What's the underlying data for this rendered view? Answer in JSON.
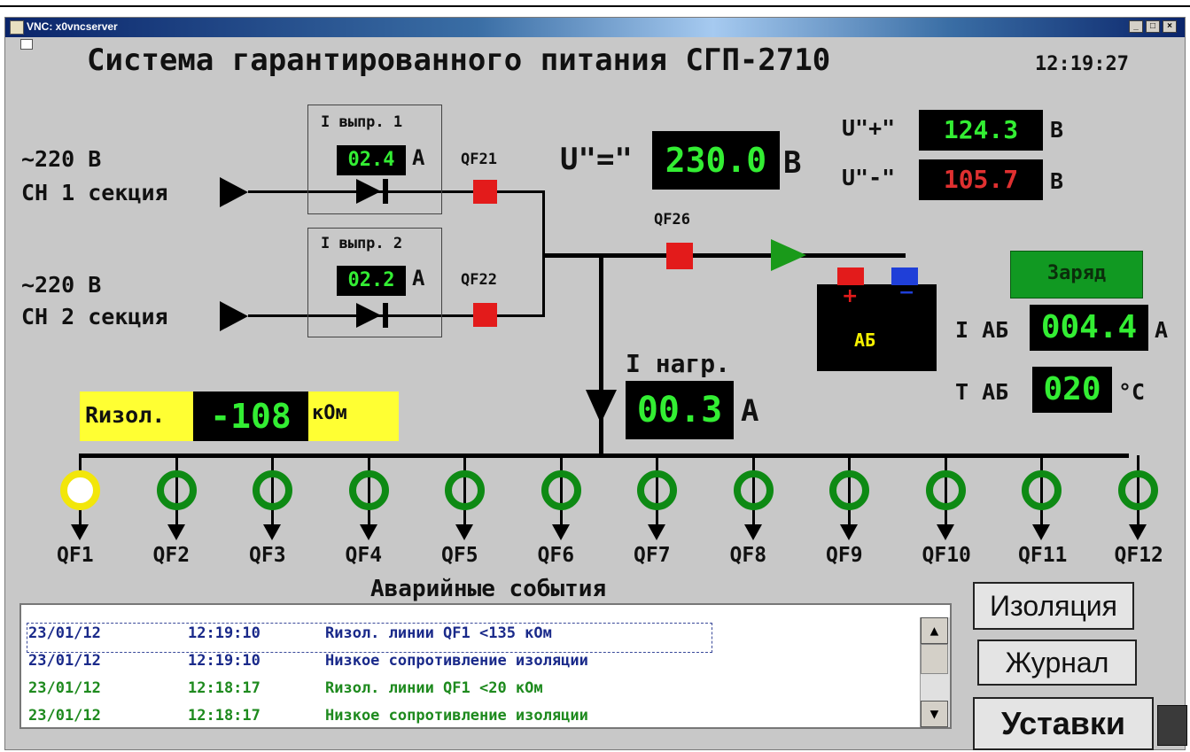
{
  "window": {
    "title": "VNC: x0vncserver",
    "buttons": {
      "minimize": "_",
      "maximize": "□",
      "close": "×"
    }
  },
  "header": {
    "title": "Система гарантированного питания СГП-2710",
    "clock": "12:19:27"
  },
  "inputs": [
    {
      "voltage": "~220 В",
      "name": "СН 1 секция"
    },
    {
      "voltage": "~220 В",
      "name": "СН 2 секция"
    }
  ],
  "rectifiers": [
    {
      "label": "I выпр. 1",
      "value": "02.4",
      "unit": "А",
      "breaker": "QF21"
    },
    {
      "label": "I выпр. 2",
      "value": "02.2",
      "unit": "А",
      "breaker": "QF22"
    }
  ],
  "bus_voltage": {
    "label": "U\"=\"",
    "value": "230.0",
    "unit": "В"
  },
  "pole_voltages": {
    "plus": {
      "label": "U\"+\"",
      "value": "124.3",
      "unit": "В",
      "color": "#33ee33"
    },
    "minus": {
      "label": "U\"-\"",
      "value": "105.7",
      "unit": "В",
      "color": "#e03030"
    }
  },
  "battery_breaker": "QF26",
  "battery": {
    "label": "АБ",
    "status": "Заряд",
    "status_color": "#119922",
    "current": {
      "label": "I АБ",
      "value": "004.4",
      "unit": "А"
    },
    "temperature": {
      "label": "T АБ",
      "value": "020",
      "unit": "°C"
    }
  },
  "load": {
    "label": "I нагр.",
    "value": "00.3",
    "unit": "А"
  },
  "insulation": {
    "label": "Rизол.",
    "value": "-108",
    "unit": "кОм",
    "color": "#ffff33"
  },
  "feeders": [
    {
      "name": "QF1",
      "state": "warning",
      "color": "#f2e60a"
    },
    {
      "name": "QF2",
      "state": "ok",
      "color": "#0e8a14"
    },
    {
      "name": "QF3",
      "state": "ok",
      "color": "#0e8a14"
    },
    {
      "name": "QF4",
      "state": "ok",
      "color": "#0e8a14"
    },
    {
      "name": "QF5",
      "state": "ok",
      "color": "#0e8a14"
    },
    {
      "name": "QF6",
      "state": "ok",
      "color": "#0e8a14"
    },
    {
      "name": "QF7",
      "state": "ok",
      "color": "#0e8a14"
    },
    {
      "name": "QF8",
      "state": "ok",
      "color": "#0e8a14"
    },
    {
      "name": "QF9",
      "state": "ok",
      "color": "#0e8a14"
    },
    {
      "name": "QF10",
      "state": "ok",
      "color": "#0e8a14"
    },
    {
      "name": "QF11",
      "state": "ok",
      "color": "#0e8a14"
    },
    {
      "name": "QF12",
      "state": "ok",
      "color": "#0e8a14"
    }
  ],
  "events": {
    "title": "Аварийные события",
    "rows": [
      {
        "date": "23/01/12",
        "time": "12:19:10",
        "message": "Rизол. линии QF1 <135 кОм",
        "color": "#1a2a8a"
      },
      {
        "date": "23/01/12",
        "time": "12:19:10",
        "message": "Низкое сопротивление изоляции",
        "color": "#1a2a8a"
      },
      {
        "date": "23/01/12",
        "time": "12:18:17",
        "message": "Rизол. линии QF1 <20 кОм",
        "color": "#1e8a1e"
      },
      {
        "date": "23/01/12",
        "time": "12:18:17",
        "message": "Низкое сопротивление изоляции",
        "color": "#1e8a1e"
      }
    ]
  },
  "side_buttons": {
    "isolation": "Изоляция",
    "journal": "Журнал",
    "settings": "Уставки"
  }
}
